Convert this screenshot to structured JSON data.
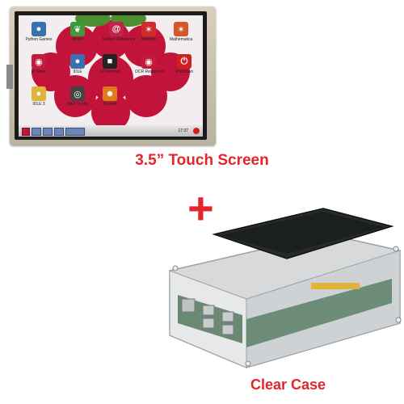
{
  "desktop": {
    "icons": [
      {
        "label": "Python Games",
        "color": "#3a6fb0",
        "glyph": "●"
      },
      {
        "label": "Midori",
        "color": "#3c9a3a",
        "glyph": "❦"
      },
      {
        "label": "Debian Reference",
        "color": "#c0244a",
        "glyph": "@"
      },
      {
        "label": "Wolfram",
        "color": "#d02c2c",
        "glyph": "✶"
      },
      {
        "label": "Mathematica",
        "color": "#d8542a",
        "glyph": "✶"
      },
      {
        "label": "Pi Store",
        "color": "#c21b3b",
        "glyph": "◉"
      },
      {
        "label": "IDLE",
        "color": "#3a6fb0",
        "glyph": "●"
      },
      {
        "label": "LXTerminal",
        "color": "#222222",
        "glyph": "■"
      },
      {
        "label": "OCR Resources",
        "color": "#c21b3b",
        "glyph": "◉"
      },
      {
        "label": "Shutdown",
        "color": "#d02020",
        "glyph": "⏻"
      },
      {
        "label": "IDLE 3",
        "color": "#e0b43a",
        "glyph": "●"
      },
      {
        "label": "WiFi Config",
        "color": "#444444",
        "glyph": "◎"
      },
      {
        "label": "Scratch",
        "color": "#e07b1a",
        "glyph": "✸"
      }
    ],
    "clock": "17:37"
  },
  "screen_title": "3.5” Touch Screen",
  "plus": "+",
  "case_title": "Clear Case",
  "colors": {
    "accent": "#e3262b",
    "raspberry": "#c2133b"
  }
}
